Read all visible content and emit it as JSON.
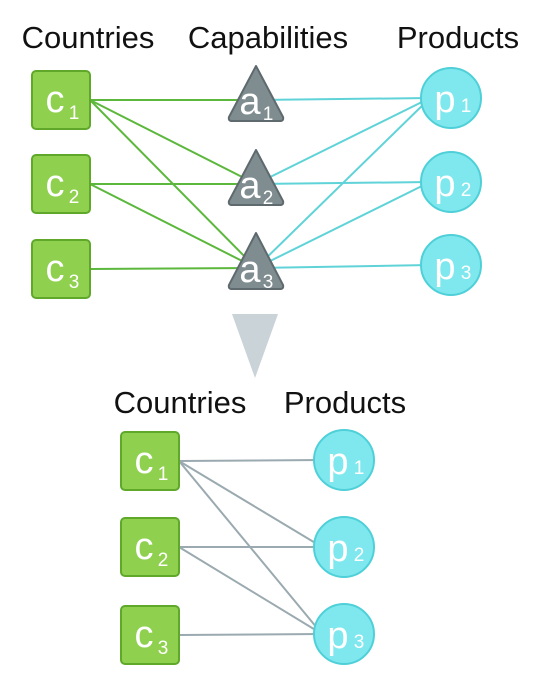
{
  "top": {
    "headers": {
      "countries": "Countries",
      "capabilities": "Capabilities",
      "products": "Products"
    },
    "countries": [
      {
        "letter": "c",
        "sub": "1"
      },
      {
        "letter": "c",
        "sub": "2"
      },
      {
        "letter": "c",
        "sub": "3"
      }
    ],
    "capabilities": [
      {
        "letter": "a",
        "sub": "1"
      },
      {
        "letter": "a",
        "sub": "2"
      },
      {
        "letter": "a",
        "sub": "3"
      }
    ],
    "products": [
      {
        "letter": "p",
        "sub": "1"
      },
      {
        "letter": "p",
        "sub": "2"
      },
      {
        "letter": "p",
        "sub": "3"
      }
    ],
    "country_capability_links": [
      [
        0,
        0
      ],
      [
        0,
        1
      ],
      [
        0,
        2
      ],
      [
        1,
        1
      ],
      [
        1,
        2
      ],
      [
        2,
        2
      ]
    ],
    "capability_product_links": [
      [
        0,
        0
      ],
      [
        1,
        0
      ],
      [
        1,
        1
      ],
      [
        2,
        0
      ],
      [
        2,
        1
      ],
      [
        2,
        2
      ]
    ]
  },
  "bottom": {
    "headers": {
      "countries": "Countries",
      "products": "Products"
    },
    "countries": [
      {
        "letter": "c",
        "sub": "1"
      },
      {
        "letter": "c",
        "sub": "2"
      },
      {
        "letter": "c",
        "sub": "3"
      }
    ],
    "products": [
      {
        "letter": "p",
        "sub": "1"
      },
      {
        "letter": "p",
        "sub": "2"
      },
      {
        "letter": "p",
        "sub": "3"
      }
    ],
    "country_product_links": [
      [
        0,
        0
      ],
      [
        0,
        1
      ],
      [
        0,
        2
      ],
      [
        1,
        1
      ],
      [
        1,
        2
      ],
      [
        2,
        2
      ]
    ]
  },
  "colors": {
    "country_fill": "#8fd14f",
    "country_stroke": "#5fa82a",
    "capability_fill": "#7f8c90",
    "capability_stroke": "#5e6a6e",
    "product_fill": "#7fe8ee",
    "product_stroke": "#4fd0d8",
    "country_capability_link": "#5cb83c",
    "capability_product_link": "#5fd3d8",
    "bottom_link": "#9aaab0",
    "arrow": "#c9d3d8"
  }
}
